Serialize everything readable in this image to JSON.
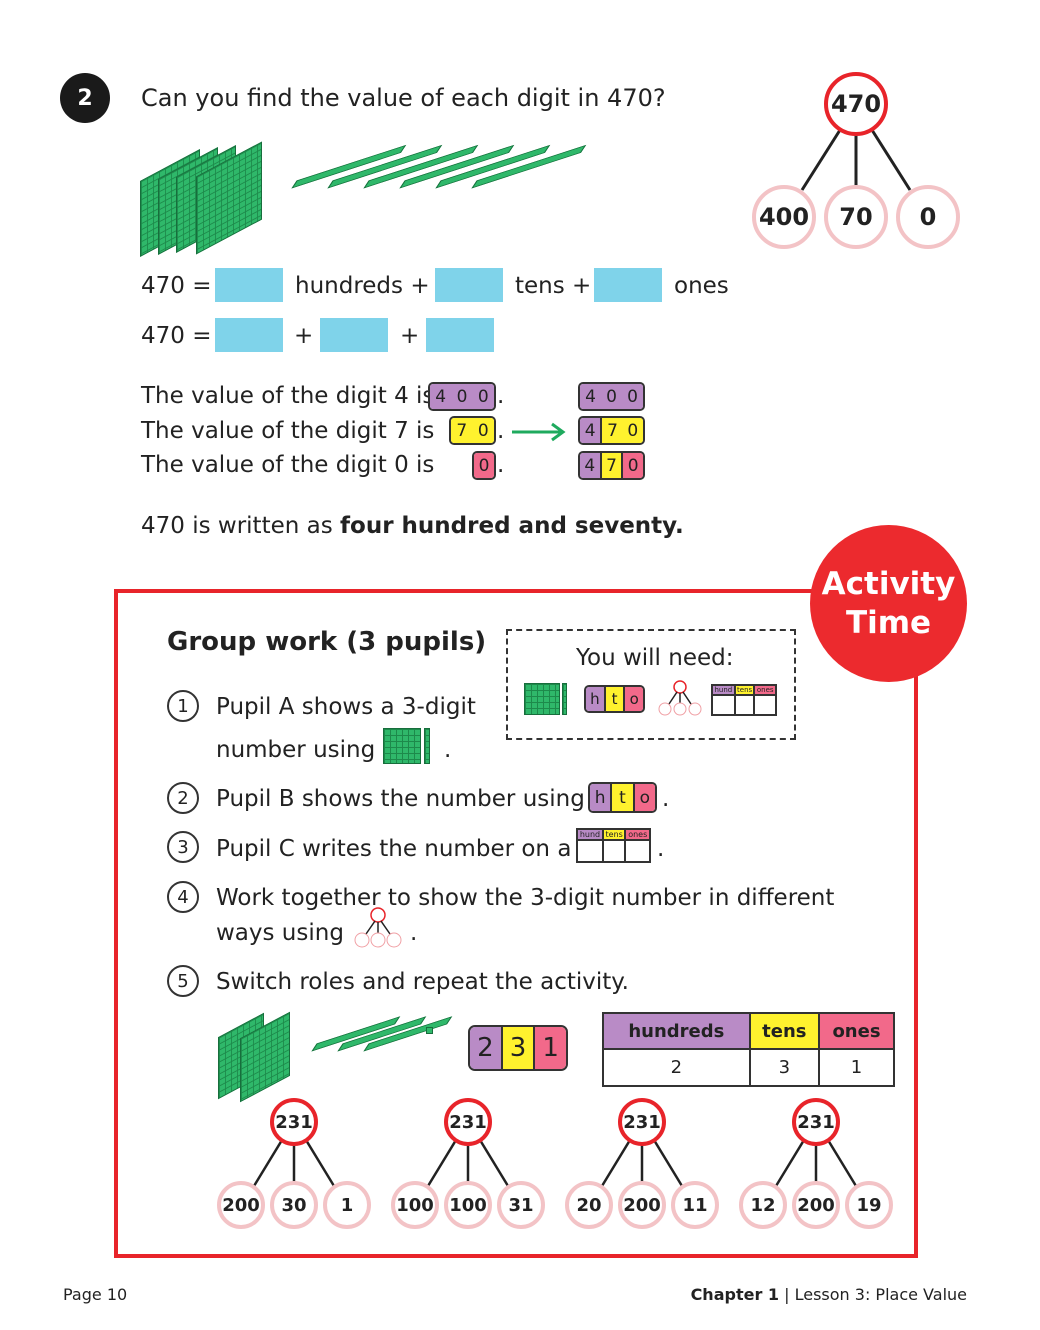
{
  "question": {
    "number": "2",
    "text": "Can you find the value of each digit in 470?"
  },
  "main_bond": {
    "top": "470",
    "parts": [
      "400",
      "70",
      "0"
    ]
  },
  "row1": {
    "lhs": "470 =",
    "hundreds": "hundreds +",
    "tens": "tens +",
    "ones": "ones"
  },
  "row2": {
    "lhs": "470 =",
    "plus1": "+",
    "plus2": "+"
  },
  "values": [
    {
      "text": "The value of the digit 4 is",
      "digits": [
        "4",
        "0",
        "0"
      ]
    },
    {
      "text": "The value of the digit 7 is",
      "digits": [
        "7",
        "0"
      ]
    },
    {
      "text": "The value of the digit 0 is",
      "digits": [
        "0"
      ]
    }
  ],
  "combined": [
    [
      "4",
      "0",
      "0"
    ],
    [
      "4",
      "7",
      "0"
    ],
    [
      "4",
      "7",
      "0"
    ]
  ],
  "written": {
    "prefix": "470 is written as ",
    "bold": "four hundred and seventy."
  },
  "activity": {
    "badge_line1": "Activity",
    "badge_line2": "Time",
    "title": "Group work (3 pupils)",
    "need": {
      "title": "You will need:",
      "hto": [
        "h",
        "t",
        "o"
      ],
      "chart_headers": [
        "hund",
        "tens",
        "ones"
      ]
    },
    "steps": [
      {
        "n": "1",
        "line1": "Pupil A shows a 3-digit",
        "line2": "number using"
      },
      {
        "n": "2",
        "text": "Pupil B shows the number using"
      },
      {
        "n": "3",
        "text": "Pupil C writes the number on a"
      },
      {
        "n": "4",
        "line1": "Work together to show the 3-digit number in different",
        "line2": "ways using"
      },
      {
        "n": "5",
        "text": "Switch roles and repeat the activity."
      }
    ],
    "example": {
      "tile": [
        "2",
        "3",
        "1"
      ],
      "headers": [
        "hundreds",
        "tens",
        "ones"
      ],
      "values": [
        "2",
        "3",
        "1"
      ]
    },
    "bonds": [
      {
        "top": "231",
        "parts": [
          "200",
          "30",
          "1"
        ]
      },
      {
        "top": "231",
        "parts": [
          "100",
          "100",
          "31"
        ]
      },
      {
        "top": "231",
        "parts": [
          "20",
          "200",
          "11"
        ]
      },
      {
        "top": "231",
        "parts": [
          "12",
          "200",
          "19"
        ]
      }
    ]
  },
  "footer": {
    "page": "Page 10",
    "chapter": "Chapter 1",
    "lesson": "Lesson 3: Place Value"
  },
  "colors": {
    "red": "#e8242a",
    "purple": "#b98bc6",
    "yellow": "#fff22e",
    "pink": "#f2698a",
    "blue": "#7fd3ea",
    "green": "#2fb86a"
  }
}
